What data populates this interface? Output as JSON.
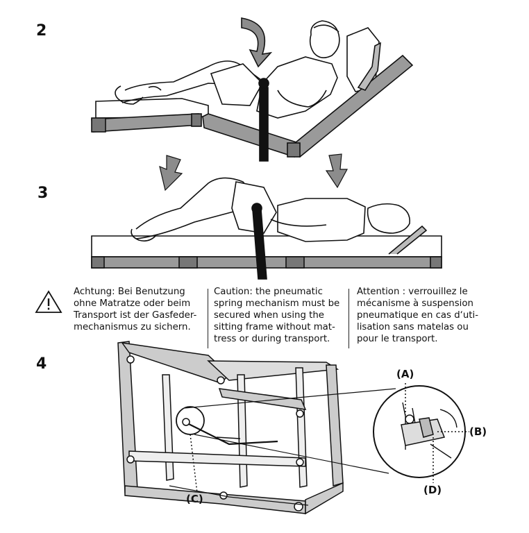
{
  "steps": {
    "step2": "2",
    "step3": "3",
    "step4": "4"
  },
  "warning": {
    "icon": "warning-triangle-icon",
    "de": "Achtung: Bei Benutzung\nohne Matratze oder beim\nTransport ist der Gasfeder-\nmechanismus zu sichern.",
    "en": "Caution: the pneumatic\nspring mechanism must be\nsecured when using the\nsitting frame without mat-\ntress or during transport.",
    "fr": "Attention : verrouillez le\nmécanisme à suspension\npneumatique en cas d‘uti-\nlisation sans matelas ou\npour le transport."
  },
  "callouts": {
    "a": "(A)",
    "b": "(B)",
    "c": "(C)",
    "d": "(D)"
  },
  "colors": {
    "frame_fill": "#9a9a9a",
    "line": "#111111",
    "arrow_fill": "#8c8c8c"
  }
}
